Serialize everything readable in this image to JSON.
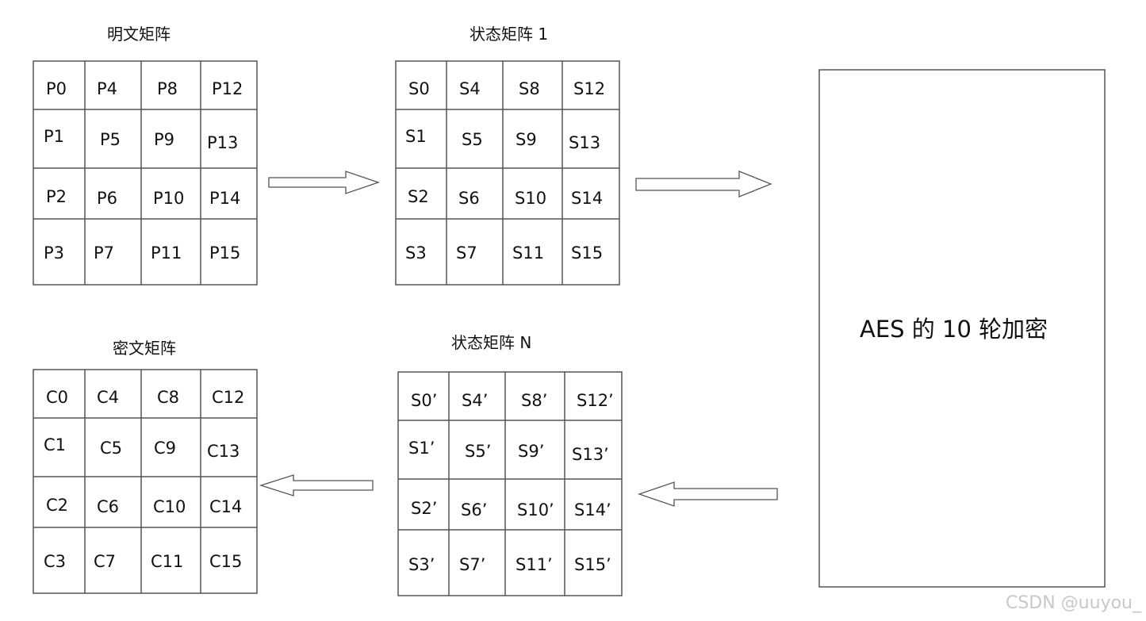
{
  "plaintext": {
    "title": "明文矩阵",
    "cells": [
      "P0",
      "P4",
      "P8",
      "P12",
      "P1",
      "P5",
      "P9",
      "P13",
      "P2",
      "P6",
      "P10",
      "P14",
      "P3",
      "P7",
      "P11",
      "P15"
    ]
  },
  "state1": {
    "title": "状态矩阵 1",
    "cells": [
      "S0",
      "S4",
      "S8",
      "S12",
      "S1",
      "S5",
      "S9",
      "S13",
      "S2",
      "S6",
      "S10",
      "S14",
      "S3",
      "S7",
      "S11",
      "S15"
    ]
  },
  "stateN": {
    "title": "状态矩阵 N",
    "cells": [
      "S0’",
      "S4’",
      "S8’",
      "S12’",
      "S1’",
      "S5’",
      "S9’",
      "S13’",
      "S2’",
      "S6’",
      "S10’",
      "S14’",
      "S3’",
      "S7’",
      "S11’",
      "S15’"
    ]
  },
  "ciphertext": {
    "title": "密文矩阵",
    "cells": [
      "C0",
      "C4",
      "C8",
      "C12",
      "C1",
      "C5",
      "C9",
      "C13",
      "C2",
      "C6",
      "C10",
      "C14",
      "C3",
      "C7",
      "C11",
      "C15"
    ]
  },
  "aes_box": {
    "label": "AES 的 10 轮加密"
  },
  "watermark": "CSDN @uuyou_"
}
